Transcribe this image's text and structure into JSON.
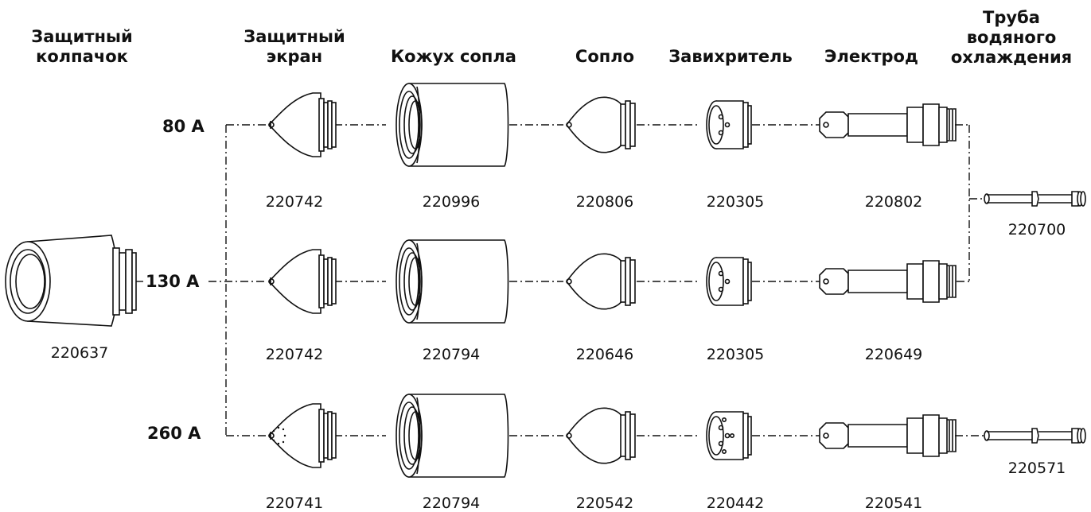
{
  "headers": {
    "cap": [
      "Защитный",
      "колпачок"
    ],
    "shield": [
      "Защитный",
      "экран"
    ],
    "retaining_cap": [
      "Кожух сопла"
    ],
    "nozzle": [
      "Сопло"
    ],
    "swirl_ring": [
      "Завихритель"
    ],
    "electrode": [
      "Электрод"
    ],
    "water_tube": [
      "Труба",
      "водяного",
      "охлаждения"
    ]
  },
  "amperages": {
    "a80": "80 A",
    "a130": "130 A",
    "a260": "260 A"
  },
  "parts": {
    "cap": "220637",
    "row80": {
      "shield": "220742",
      "retaining_cap": "220996",
      "nozzle": "220806",
      "swirl_ring": "220305",
      "electrode": "220802"
    },
    "row130": {
      "shield": "220742",
      "retaining_cap": "220794",
      "nozzle": "220646",
      "swirl_ring": "220305",
      "electrode": "220649"
    },
    "row260": {
      "shield": "220741",
      "retaining_cap": "220794",
      "nozzle": "220542",
      "swirl_ring": "220442",
      "electrode": "220541"
    },
    "water_tube_top": "220700",
    "water_tube_bottom": "220571"
  }
}
